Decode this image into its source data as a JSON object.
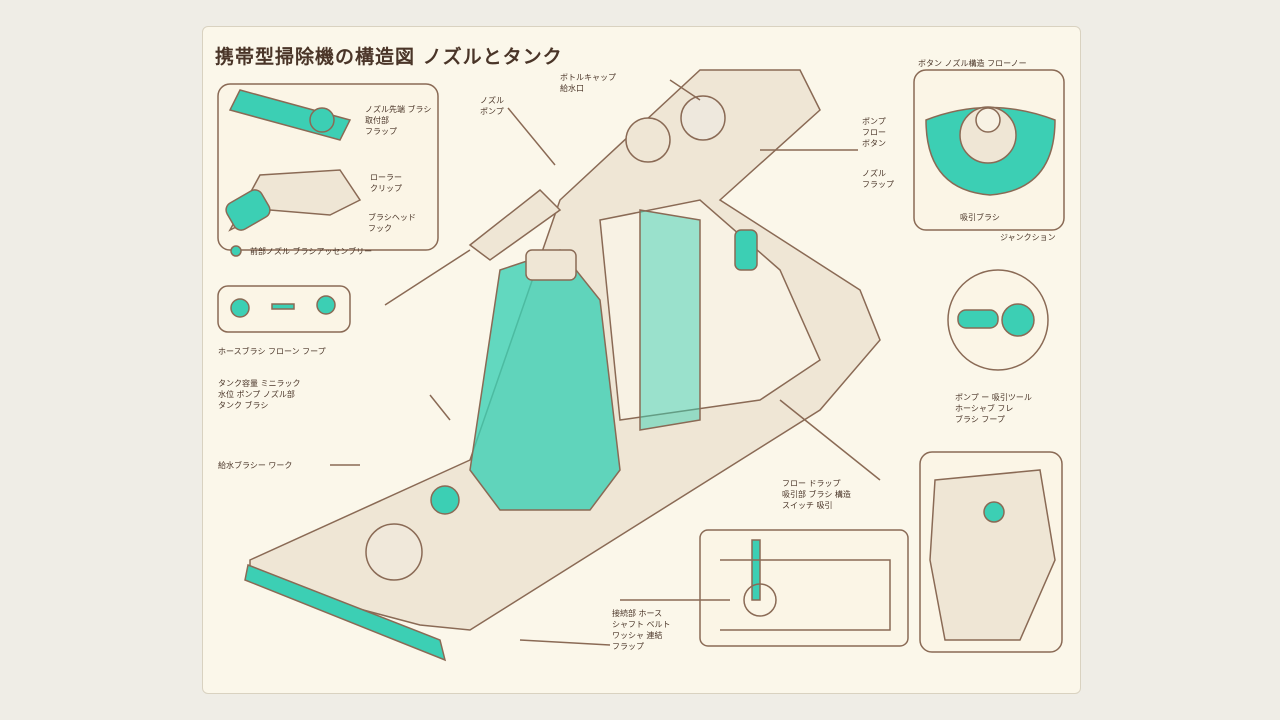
{
  "title": "携帯型掃除機の構造図 ノズルとタンク",
  "labels": {
    "top_center": "ボトルキャップ\n給水口",
    "top_left_small": "ノズル\nポンプ",
    "top_right": "ボタン ノズル構造 フローノー",
    "inset1_a": "ノズル先端 ブラシ\n取付部\nフラップ",
    "inset1_b": "ローラー\nクリップ",
    "inset1_c": "ブラシヘッド\nフック",
    "inset1_caption": "前部ノズル ブラシアッセンブリー",
    "inset2_caption": "ホースブラシ フローン フープ",
    "left_mid": "タンク容量 ミニラック\n水位 ポンプ ノズル部\nタンク ブラシ",
    "left_low": "給水ブラシー ワーク",
    "right_a": "ポンプ\nフロー\nボタン",
    "right_b": "吸引ブラシ",
    "right_c": "ノズル\nフラップ",
    "right_circle": "ジャンクション",
    "right_mid": "ポンプ ー 吸引ツール\nホーシャブ フレ\nブラシ フープ",
    "center_low": "フロー ドラップ\n吸引部 ブラシ 構造\nスイッチ 吸引",
    "bottom": "接続部 ホース\nシャフト ベルト\nワッシャ 連結\nフラップ"
  },
  "colors": {
    "accent": "#3ccfb4",
    "ink": "#7a5a45",
    "body": "#efe6d5",
    "paper": "#fbf7ea"
  }
}
